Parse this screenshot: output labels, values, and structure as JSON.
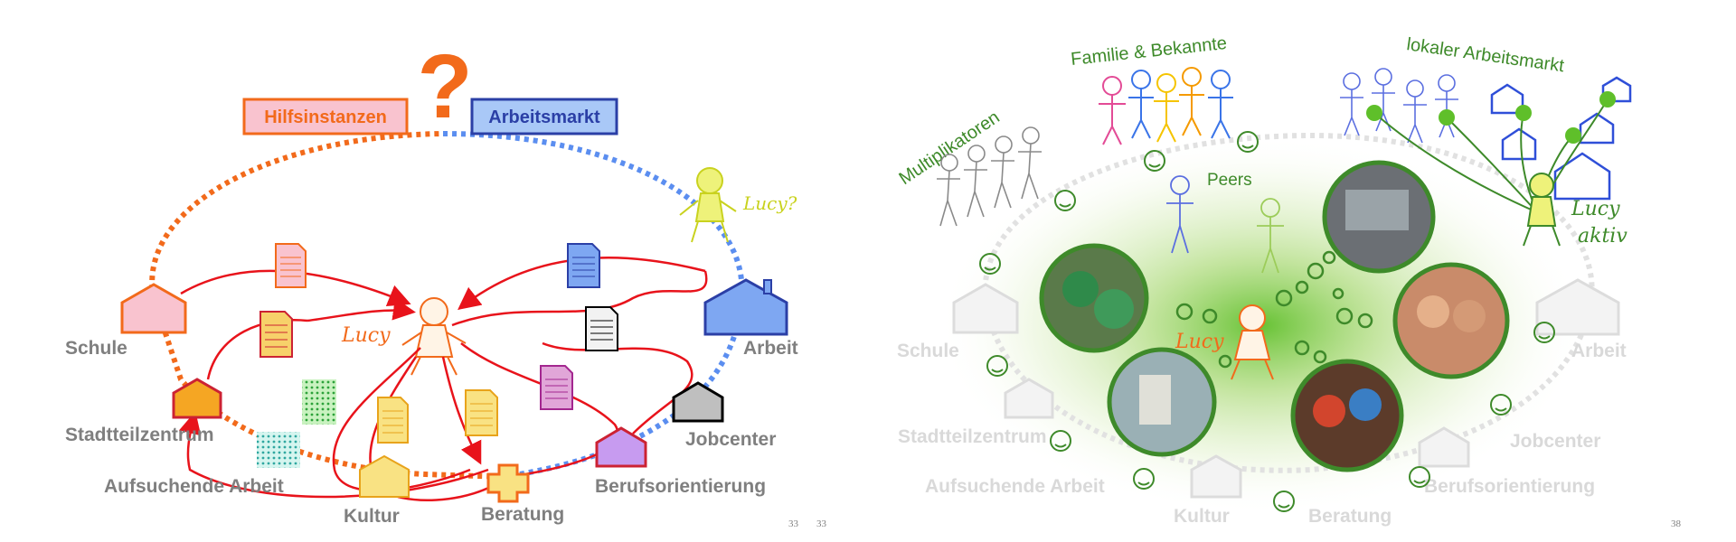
{
  "left": {
    "question_mark": "?",
    "box_hilfsinstanzen": "Hilfsinstanzen",
    "box_arbeitsmarkt": "Arbeitsmarkt",
    "lucy_question": "Lucy?",
    "lucy_center": "Lucy",
    "nodes": {
      "schule": "Schule",
      "stadtteilzentrum": "Stadtteilzentrum",
      "aufsuchende_arbeit": "Aufsuchende Arbeit",
      "kultur": "Kultur",
      "beratung": "Beratung",
      "berufsorientierung": "Berufsorientierung",
      "jobcenter": "Jobcenter",
      "arbeit": "Arbeit"
    },
    "page_numbers": [
      "33",
      "33"
    ],
    "colors": {
      "orange": "#f26a1b",
      "blue": "#5b8ef0",
      "red": "#e8131b",
      "dark_blue": "#2b3fa6"
    }
  },
  "right": {
    "group_familie": "Familie & Bekannte",
    "group_arbeitsmarkt": "lokaler Arbeitsmarkt",
    "group_multiplikatoren": "Multiplikatoren",
    "group_peers": "Peers",
    "lucy_center": "Lucy",
    "lucy_active_1": "Lucy",
    "lucy_active_2": "aktiv",
    "faded_nodes": {
      "schule": "Schule",
      "stadtteilzentrum": "Stadtteilzentrum",
      "aufsuchende_arbeit": "Aufsuchende Arbeit",
      "kultur": "Kultur",
      "beratung": "Beratung",
      "berufsorientierung": "Berufsorientierung",
      "jobcenter": "Jobcenter",
      "arbeit": "Arbeit"
    },
    "page_number": "38",
    "colors": {
      "green": "#3e8a2a",
      "faded": "#d9d9d9",
      "blue": "#2f4fd8"
    }
  }
}
